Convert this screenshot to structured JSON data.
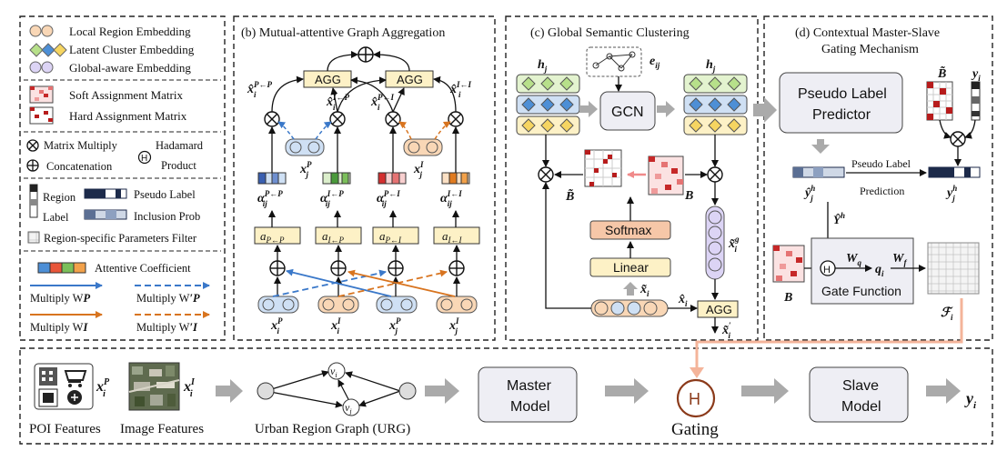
{
  "legend": {
    "local_region_embedding": "Local Region Embedding",
    "latent_cluster_embedding": "Latent Cluster Embedding",
    "global_aware_embedding": "Global-aware Embedding",
    "soft_assignment_matrix": "Soft Assignment Matrix",
    "hard_assignment_matrix": "Hard Assignment Matrix",
    "matrix_multiply": "Matrix Multiply",
    "hadamard_1": "Hadamard",
    "hadamard_2": "Product",
    "concatenation": "Concatenation",
    "region": "Region",
    "label": "Label",
    "pseudo_label": "Pseudo Label",
    "inclusion_prob": "Inclusion Prob",
    "region_specific_filter": "Region-specific Parameters Filter",
    "attentive_coefficient": "Attentive Coefficient",
    "multiply_wp": "Multiply W",
    "multiply_wp_dash": "Multiply W",
    "multiply_wi": "Multiply W",
    "multiply_wi_dash": "Multiply W"
  },
  "panel_b": {
    "title": "(b) Mutual-attentive Graph Aggregation",
    "agg": "AGG",
    "x_i_pp": "x̂",
    "x_i_ip": "x̂",
    "x_i_pi": "x̂",
    "x_i_ii": "x̂",
    "a_pp": "a",
    "a_ip": "a",
    "a_pi": "a",
    "a_ii": "a",
    "alpha": "α"
  },
  "panel_c": {
    "title": "(c) Global Semantic Clustering",
    "h_j": "h",
    "e_ij": "e",
    "gcn": "GCN",
    "softmax": "Softmax",
    "linear": "Linear",
    "b_tilde": "B̃",
    "b": "B",
    "x_tilde": "x̃",
    "x_hat": "x̂",
    "agg": "AGG"
  },
  "panel_d": {
    "title_1": "(d) Contextual Master-Slave",
    "title_2": "Gating Mechanism",
    "predictor_1": "Pseudo Label",
    "predictor_2": "Predictor",
    "pseudo_label_1": "Pseudo Label",
    "pseudo_label_2": "Prediction",
    "gate_function": "Gate Function",
    "b_tilde": "B̃",
    "b": "B",
    "y": "y",
    "w_q": "W",
    "w_f": "W",
    "q_i": "q",
    "f_i": "ℱ"
  },
  "bottom": {
    "poi_features": "POI Features",
    "image_features": "Image Features",
    "urg": "Urban Region Graph (URG)",
    "master_1": "Master",
    "master_2": "Model",
    "gating": "Gating",
    "gate_symbol": "H",
    "slave_1": "Slave",
    "slave_2": "Model",
    "y_i": "y"
  },
  "colors": {
    "orange_node": "#f9d7b6",
    "blue_node": "#cfe0f4",
    "purple_node": "#dcd4f5",
    "green_diamond": "#b7e08a",
    "blue_diamond": "#4d8fd6",
    "yellow_diamond": "#f6d561",
    "agg_fill": "#fdf1c6",
    "gate_brown": "#8b3a1a",
    "salmon_arrow": "#f4b49a",
    "wp_blue": "#3a78c9",
    "wi_orange": "#d8741f"
  }
}
